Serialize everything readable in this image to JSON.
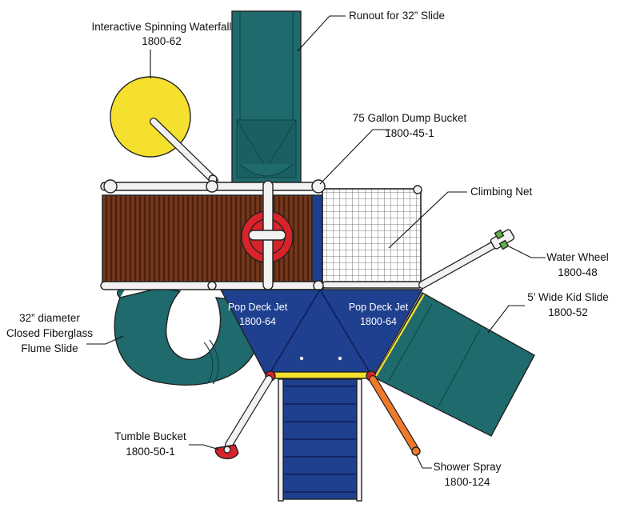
{
  "colors": {
    "teal": "#1e6a6c",
    "blue": "#1f3f8f",
    "yellow": "#f6e02e",
    "red": "#d8232a",
    "brown": "#6a3218",
    "orange": "#f07a2a",
    "green": "#5fb24a",
    "rail": "#f2f2f2"
  },
  "labels": {
    "waterfall": {
      "title": "Interactive Spinning Waterfall",
      "code": "1800-62"
    },
    "runout": {
      "title": "Runout for 32” Slide"
    },
    "dump_bucket": {
      "title": "75 Gallon Dump Bucket",
      "code": "1800-45-1"
    },
    "climbing_net": {
      "title": "Climbing Net"
    },
    "water_wheel": {
      "title": "Water Wheel",
      "code": "1800-48"
    },
    "kid_slide": {
      "title": "5’ Wide Kid Slide",
      "code": "1800-52"
    },
    "flume_slide": {
      "line1": "32” diameter",
      "line2": "Closed Fiberglass",
      "line3": "Flume Slide"
    },
    "jet_left": {
      "title": "Pop Deck Jet",
      "code": "1800-64"
    },
    "jet_right": {
      "title": "Pop Deck Jet",
      "code": "1800-64"
    },
    "tumble_bucket": {
      "title": "Tumble Bucket",
      "code": "1800-50-1"
    },
    "shower_spray": {
      "title": "Shower Spray",
      "code": "1800-124"
    }
  }
}
